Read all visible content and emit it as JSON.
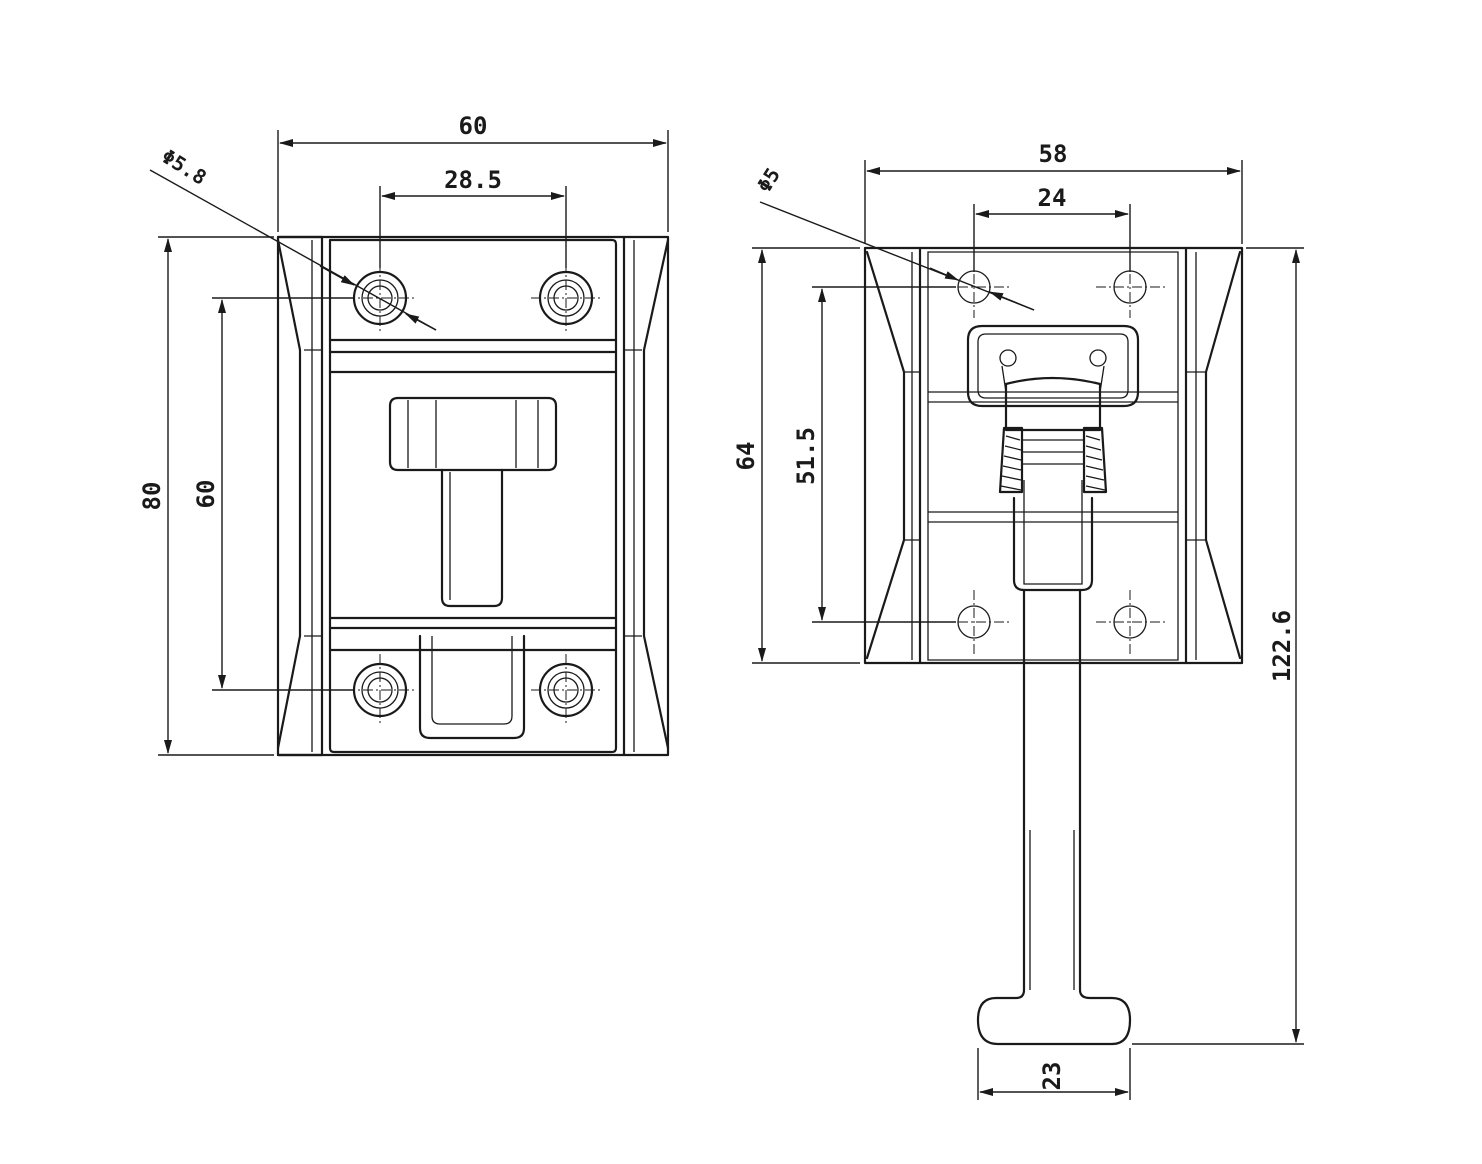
{
  "front_view": {
    "dim_width": "60",
    "dim_hole_spacing": "28.5",
    "dim_hole_diameter": "Φ5.8",
    "dim_height": "80",
    "dim_hole_vertical": "60"
  },
  "side_view": {
    "dim_width": "58",
    "dim_hole_spacing": "24",
    "dim_hole_diameter": "Φ5",
    "dim_height": "64",
    "dim_hole_vertical": "51.5",
    "dim_total_length": "122.6",
    "dim_handle_width": "23"
  }
}
